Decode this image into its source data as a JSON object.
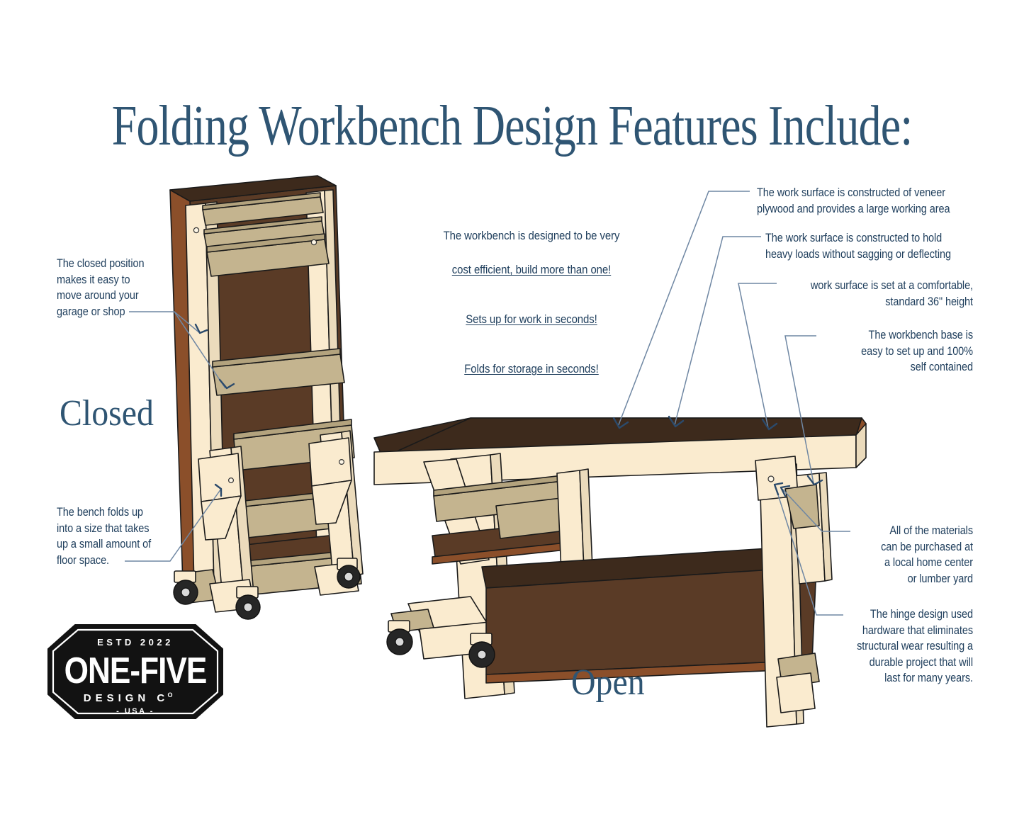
{
  "page": {
    "title": "Folding Workbench Design Features Include:",
    "background_color": "#ffffff",
    "accent_color": "#2f5573",
    "annotation_color": "#21405e",
    "leader_line_color": "#6f87a3"
  },
  "stage_labels": {
    "closed": "Closed",
    "open": "Open"
  },
  "center_notes": {
    "line1a": "The workbench is designed to be very",
    "line1b": "cost efficient, build more than one!",
    "line2": "Sets up for work in seconds!",
    "line3": "Folds for storage in seconds!"
  },
  "annotations": {
    "closed_top": "The closed position\nmakes it easy to\nmove around your\ngarage or shop",
    "closed_bottom": "The bench folds up\ninto a size that takes\nup a small amount of\nfloor space.",
    "right_1": "The work surface is constructed of veneer\nplywood and provides a large working  area",
    "right_2": "The work surface is constructed to hold\nheavy loads without sagging or deflecting",
    "right_3": "work surface is set at a comfortable,\nstandard 36\" height",
    "right_4": "The workbench base is\neasy to set up and 100%\nself contained",
    "right_5": "All of the materials\ncan be purchased at\na local home center\nor lumber yard",
    "right_6": "The hinge design used\nhardware that eliminates\nstructural wear resulting a\ndurable project that will\nlast for many years."
  },
  "logo": {
    "established": "ESTD 2022",
    "name": "ONE-FIVE",
    "subtitle": "DESIGN C",
    "subtitle_sup": "O",
    "country": "- USA -",
    "badge_color": "#121212",
    "text_color": "#ffffff"
  },
  "illustration": {
    "wood_light": "#FAEBCF",
    "wood_light_shade": "#EBDBBC",
    "wood_mid": "#C4B48F",
    "wood_mid_shade": "#B3A37E",
    "plywood_dark": "#3D2A1C",
    "plywood_face": "#5A3B26",
    "plywood_edge": "#8B4F2A",
    "caster_color": "#262626",
    "outline": "#1a1a1a",
    "closed_caption": "Closed",
    "open_caption": "Open"
  }
}
